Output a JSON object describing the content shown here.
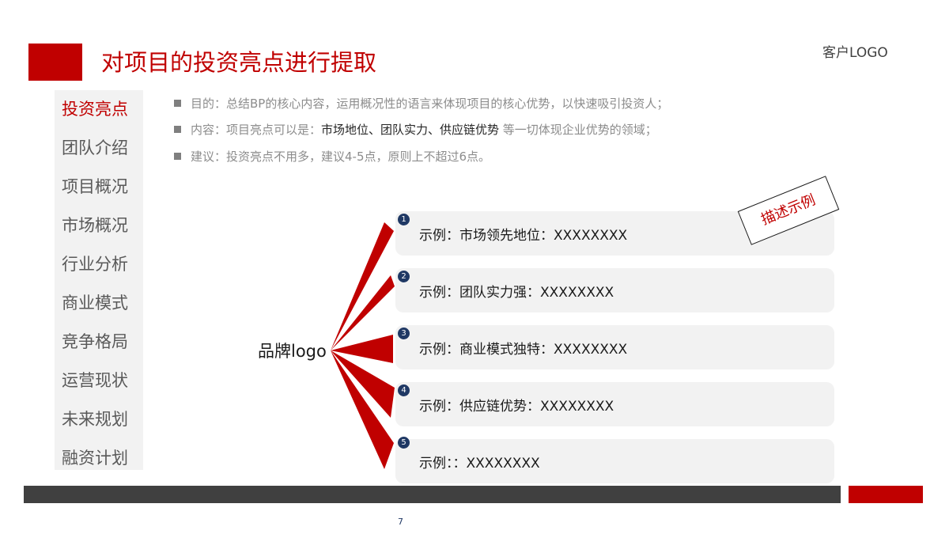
{
  "header": {
    "title": "对项目的投资亮点进行提取",
    "client_logo": "客户LOGO"
  },
  "sidebar": {
    "items": [
      {
        "label": "投资亮点",
        "active": true
      },
      {
        "label": "团队介绍"
      },
      {
        "label": "项目概况"
      },
      {
        "label": "市场概况"
      },
      {
        "label": "行业分析"
      },
      {
        "label": "商业模式"
      },
      {
        "label": "竞争格局"
      },
      {
        "label": "运营现状"
      },
      {
        "label": "未来规划"
      },
      {
        "label": "融资计划"
      }
    ]
  },
  "bullets": [
    {
      "text": "目的：总结BP的核心内容，运用概况性的语言来体现项目的核心优势，以快速吸引投资人；"
    },
    {
      "prefix": "内容：项目亮点可以是：",
      "highlight": "市场地位、团队实力、供应链优势",
      "suffix": " 等一切体现企业优势的领域；"
    },
    {
      "text": "建议：投资亮点不用多，建议4-5点，原则上不超过6点。"
    }
  ],
  "diagram": {
    "brand": "品牌logo",
    "stamp": "描述示例",
    "items": [
      {
        "num": "1",
        "text": "示例：市场领先地位：XXXXXXXX"
      },
      {
        "num": "2",
        "text": "示例：团队实力强：XXXXXXXX"
      },
      {
        "num": "3",
        "text": "示例：商业模式独特：XXXXXXXX"
      },
      {
        "num": "4",
        "text": "示例：供应链优势：XXXXXXXX"
      },
      {
        "num": "5",
        "text": "示例：：XXXXXXXX"
      }
    ]
  },
  "footer": {
    "page": "7"
  },
  "colors": {
    "accent": "#C00000",
    "dark": "#404040",
    "badge": "#1F3864",
    "panel": "#F2F2F2"
  }
}
